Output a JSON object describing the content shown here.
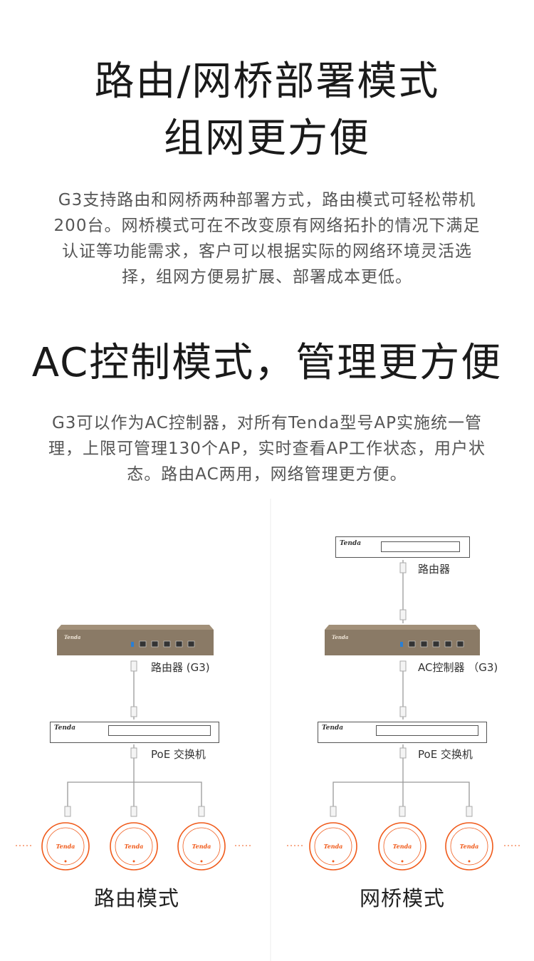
{
  "section1": {
    "title_line1": "路由/网桥部署模式",
    "title_line2": "组网更方便",
    "paragraph_lines": [
      "G3支持路由和网桥两种部署方式，路由模式可轻松带机",
      "200台。网桥模式可在不改变原有网络拓扑的情况下满足",
      "认证等功能需求，客户可以根据实际的网络环境灵活选",
      "择，组网方便易扩展、部署成本更低。"
    ]
  },
  "section2": {
    "title": "AC控制模式，管理更方便",
    "paragraph_lines": [
      "G3可以作为AC控制器，对所有Tenda型号AP实施统一管",
      "理，上限可管理130个AP，实时查看AP工作状态，用户状",
      "态。路由AC两用，网络管理更方便。"
    ]
  },
  "diagram": {
    "brand": "Tenda",
    "left": {
      "router_label": "路由器 (G3)",
      "switch_label": "PoE 交换机",
      "caption": "路由模式"
    },
    "right": {
      "upstream_label": "路由器",
      "controller_label": "AC控制器 （G3)",
      "switch_label": "PoE 交换机",
      "caption": "网桥模式"
    },
    "colors": {
      "accent": "#f05a1a",
      "device": "#8a7a66",
      "line": "#999999"
    }
  }
}
